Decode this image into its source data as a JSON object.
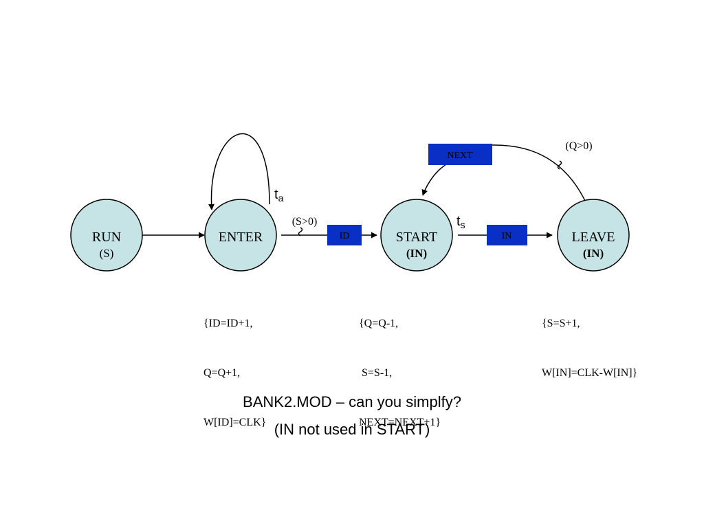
{
  "nodes": {
    "run": {
      "label": "RUN",
      "sub": "(S)"
    },
    "enter": {
      "label": "ENTER",
      "sub": ""
    },
    "start": {
      "label": "START",
      "sub": "(IN)"
    },
    "leave": {
      "label": "LEAVE",
      "sub": "(IN)"
    }
  },
  "tokens": {
    "id": "ID",
    "in": "IN",
    "next": "NEXT"
  },
  "conditions": {
    "s_gt_0": "(S>0)",
    "q_gt_0": "(Q>0)"
  },
  "timers": {
    "ta": {
      "base": "t",
      "sub": "a"
    },
    "ts": {
      "base": "t",
      "sub": "s"
    }
  },
  "actions": {
    "enter": [
      "{ID=ID+1,",
      "Q=Q+1,",
      "W[ID]=CLK}"
    ],
    "start": [
      "{Q=Q-1,",
      " S=S-1,",
      "NEXT=NEXT+1}"
    ],
    "leave": [
      "{S=S+1,",
      "W[IN]=CLK-W[IN]}"
    ]
  },
  "caption": {
    "line1": "BANK2.MOD – can you simplfy?",
    "line2": "(IN not used in START)"
  },
  "colors": {
    "node_fill": "#c6e3e5",
    "token_fill": "#0a2fc4",
    "stroke": "#000000"
  }
}
